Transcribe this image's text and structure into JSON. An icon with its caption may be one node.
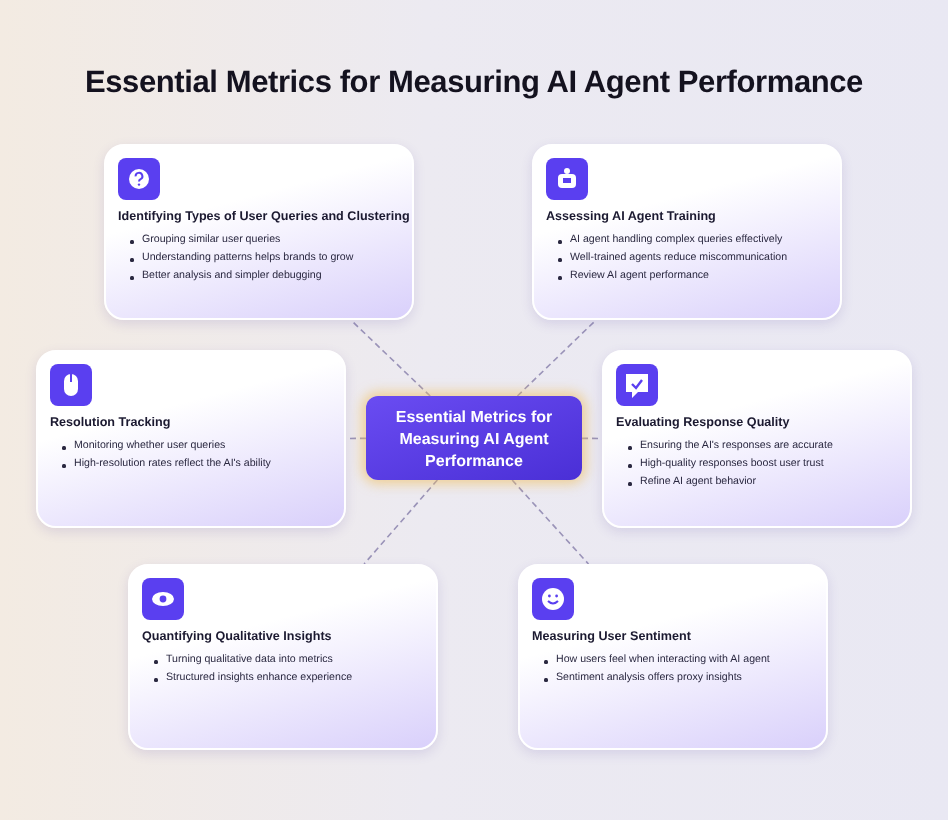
{
  "diagram": {
    "title": "Essential Metrics for Measuring AI Agent Performance",
    "nodes": [
      {
        "text": [
          "Identifying Types of User Queries and Clustering",
          "Grouping similar user queries",
          "Understanding patterns helps brands to grow",
          "Better analysis and simpler debugging"
        ]
      },
      {
        "text": [
          "Assessing AI Agent Training",
          "AI agent handling complex queries effectively",
          "Well-trained agents reduce miscommunication",
          "Review AI agent performance"
        ]
      },
      {
        "text": [
          "Resolution Tracking",
          "Monitoring whether user queries",
          "High-resolution rates reflect the AI's ability"
        ]
      },
      {
        "text": [
          "Essential Metrics for Measuring AI Agent Performance"
        ]
      },
      {
        "text": [
          "Evaluating Response Quality",
          "Ensuring the AI's responses are accurate",
          "High-quality responses boost user trust",
          "Refine AI agent behavior"
        ]
      },
      {
        "text": [
          "Quantifying Qualitative Insights",
          "Turning qualitative data  into metrics",
          "Structured insights enhance experience"
        ]
      },
      {
        "text": [
          "Measuring User Sentiment",
          "How users feel when interacting with AI agent",
          "Sentiment analysis offers proxy insights"
        ]
      }
    ],
    "edges": [
      {
        "from": 3,
        "to": 0,
        "arrow": "none",
        "style": "dashed"
      },
      {
        "from": 3,
        "to": 1,
        "arrow": "none",
        "style": "dashed"
      },
      {
        "from": 3,
        "to": 2,
        "arrow": "none",
        "style": "dashed"
      },
      {
        "from": 3,
        "to": 4,
        "arrow": "none",
        "style": "dashed"
      },
      {
        "from": 3,
        "to": 5,
        "arrow": "none",
        "style": "dashed"
      },
      {
        "from": 3,
        "to": 6,
        "arrow": "none",
        "style": "dashed"
      }
    ]
  }
}
